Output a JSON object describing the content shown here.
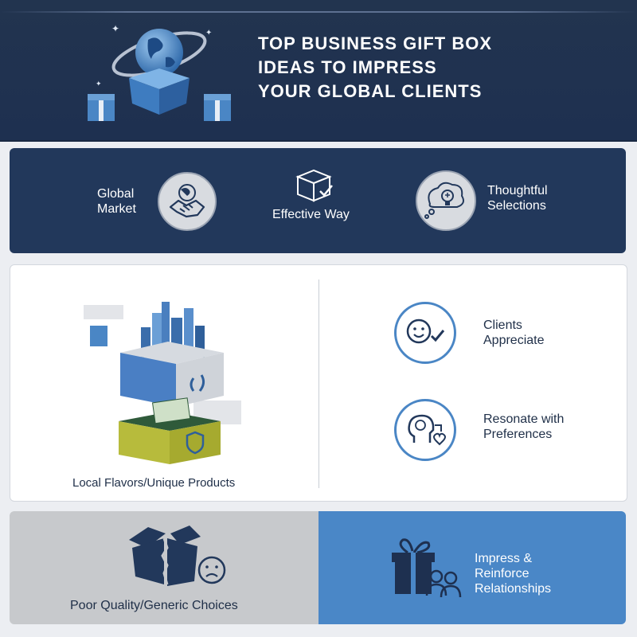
{
  "header": {
    "title_lines": [
      "Top Business Gift Box",
      "Ideas to Impress",
      "Your Global Clients"
    ],
    "illustration_icon": "globe-gift-box-icon"
  },
  "highlights": [
    {
      "lines": [
        "Global",
        "Market"
      ],
      "icon": "globe-handshake-icon"
    },
    {
      "lines": [
        "Effective Way"
      ],
      "icon": "box-checkmark-icon"
    },
    {
      "lines": [
        "Thoughtful",
        "Selections"
      ],
      "icon": "idea-lightbulb-icon"
    }
  ],
  "middle": {
    "products_caption": "Local Flavors/Unique Products",
    "products_icon": "city-gift-boxes-icon",
    "benefits": [
      {
        "lines": [
          "Clients",
          "Appreciate"
        ],
        "icon": "smiley-check-icon"
      },
      {
        "lines": [
          "Resonate with",
          "Preferences"
        ],
        "icon": "mind-heart-icon"
      }
    ]
  },
  "bottom": {
    "negative_caption": "Poor Quality/Generic Choices",
    "negative_icon": "broken-box-sad-icon",
    "positive_lines": [
      "Impress &",
      "Reinforce",
      "Relationships"
    ],
    "positive_icon": "gift-people-icon"
  },
  "colors": {
    "navy": "#22385b",
    "accent_blue": "#4a87c7",
    "grey_panel": "#c7c9cc",
    "olive_box": "#b7bb3c"
  }
}
